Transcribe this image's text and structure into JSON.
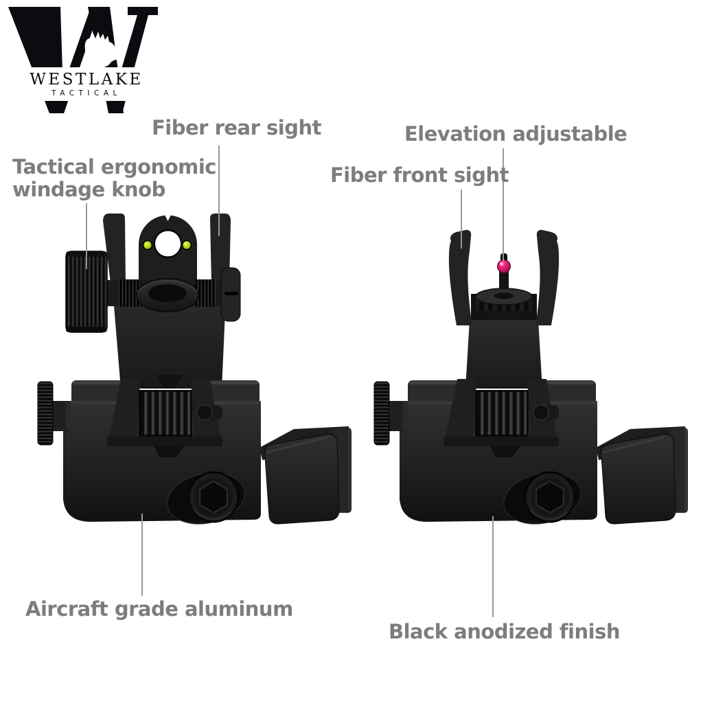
{
  "brand": {
    "monogram": "W",
    "monogram_motif": "deer-head",
    "name": "WESTLAKE",
    "subtitle": "TACTICAL"
  },
  "annotations": {
    "fiber_rear_sight": "Fiber rear sight",
    "windage_knob": "Tactical ergonomic\nwindage knob",
    "elevation_adjustable": "Elevation adjustable",
    "fiber_front_sight": "Fiber front sight",
    "aircraft_aluminum": "Aircraft grade aluminum",
    "black_anodized": "Black anodized finish"
  },
  "colors": {
    "background": "#ffffff",
    "label_text": "#7d7d7d",
    "callout_line": "#999999",
    "product_black": "#1c1c1c",
    "rear_fiber_green": "#b5d916",
    "front_fiber_red": "#ee1365"
  }
}
